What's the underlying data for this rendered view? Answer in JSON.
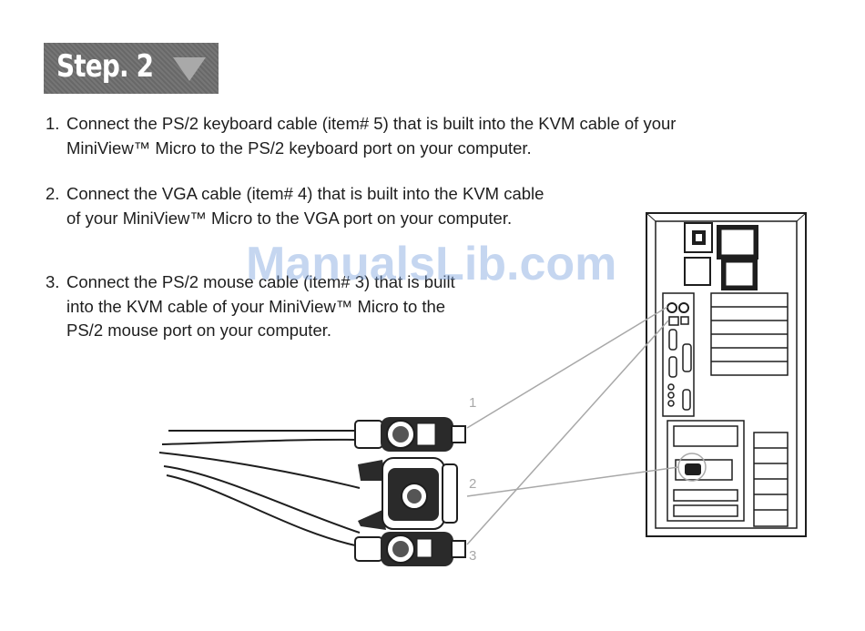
{
  "header": {
    "step_label": "Step. 2"
  },
  "instructions": [
    {
      "number": "1.",
      "text": "Connect the PS/2 keyboard cable (item# 5) that is built into the KVM cable of your MiniView™ Micro to the PS/2 keyboard port on your computer."
    },
    {
      "number": "2.",
      "text": "Connect the VGA cable (item# 4) that is built into the KVM cable of your MiniView™ Micro to the VGA port on your computer."
    },
    {
      "number": "3.",
      "text": "Connect the PS/2 mouse cable (item# 3) that is built into the KVM cable of your MiniView™ Micro to the PS/2 mouse port on your computer."
    }
  ],
  "watermark": "ManualsLib.com",
  "diagram": {
    "callouts": [
      "1",
      "2",
      "3"
    ]
  },
  "colors": {
    "badge": "#6e6e6e",
    "text": "#1e1e1e",
    "watermark": "#7fa6e0",
    "callout_line": "#a8a8a8"
  }
}
